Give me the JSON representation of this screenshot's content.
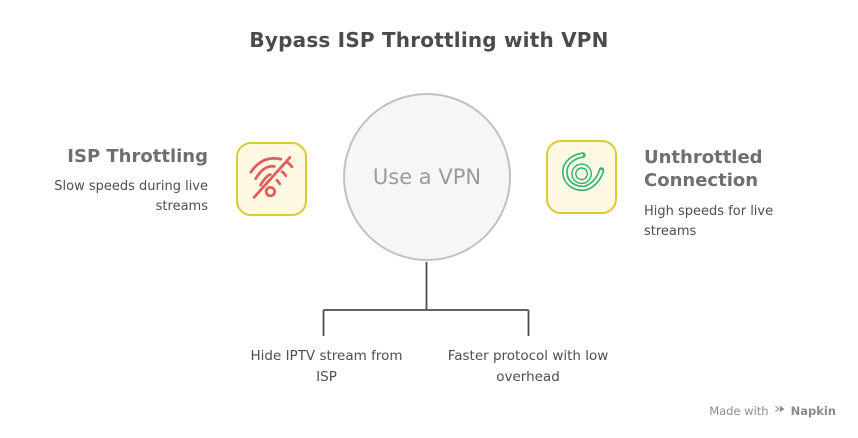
{
  "title": "Bypass ISP Throttling with VPN",
  "center": {
    "label": "Use a VPN"
  },
  "left": {
    "heading": "ISP Throttling",
    "description": "Slow speeds during live streams",
    "icon": "wifi-off-icon"
  },
  "right": {
    "heading": "Unthrottled Connection",
    "description": "High speeds for live streams",
    "icon": "vortex-swoosh-icon"
  },
  "benefits": [
    {
      "label": "Hide IPTV stream from ISP"
    },
    {
      "label": "Faster protocol with low overhead"
    }
  ],
  "watermark": {
    "prefix": "Made with",
    "brand": "Napkin"
  },
  "colors": {
    "title_text": "#4b4b4b",
    "heading_text": "#6f6f6f",
    "body_text": "#4e4e4e",
    "circle_fill": "#f6f6f6",
    "circle_border": "#c1c1c1",
    "circle_text": "#9b9b9b",
    "tile_fill": "#fdf9e3",
    "tile_border": "#ddc934",
    "wifi_off_red": "#e25c5a",
    "vortex_green": "#2fb573",
    "connector_line": "#4d4d4d",
    "watermark_text": "#8e8e8e"
  }
}
